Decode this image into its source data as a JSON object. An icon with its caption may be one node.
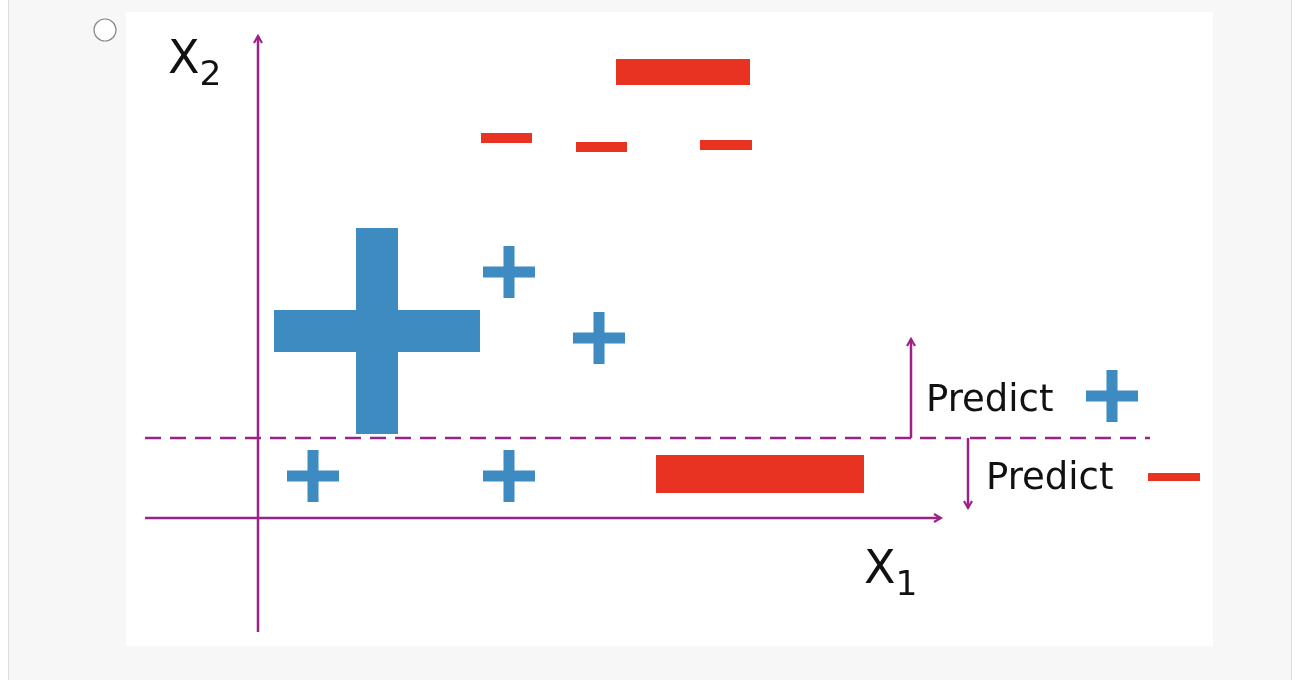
{
  "diagram": {
    "labels": [
      "X$_{2}$",
      "Predict",
      "Predict",
      "X$_{1}$"
    ]
  }
}
